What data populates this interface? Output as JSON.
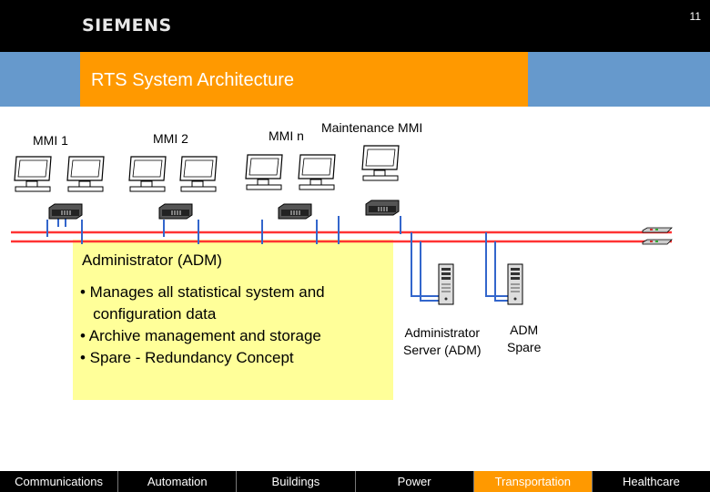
{
  "header": {
    "logo": "SIEMENS",
    "page_number": "11"
  },
  "title": "RTS System Architecture",
  "mmi_labels": [
    "MMI 1",
    "MMI 2",
    "MMI n",
    "Maintenance MMI"
  ],
  "adm_box": {
    "title": "Administrator (ADM)",
    "bullets": [
      "• Manages all statistical system and",
      "   configuration data",
      "• Archive management and storage",
      "• Spare - Redundancy Concept"
    ]
  },
  "servers": {
    "primary": [
      "Administrator",
      "Server (ADM)"
    ],
    "spare": [
      "ADM",
      "Spare"
    ]
  },
  "footer_tabs": [
    "Communications",
    "Automation",
    "Buildings",
    "Power",
    "Transportation",
    "Healthcare"
  ],
  "colors": {
    "bus_red": "#ff3333",
    "bus_blue": "#3366cc",
    "orange": "#ff9900",
    "steel_blue": "#6699cc",
    "yellow": "#ffff99",
    "active_tab": "#ff9900"
  }
}
